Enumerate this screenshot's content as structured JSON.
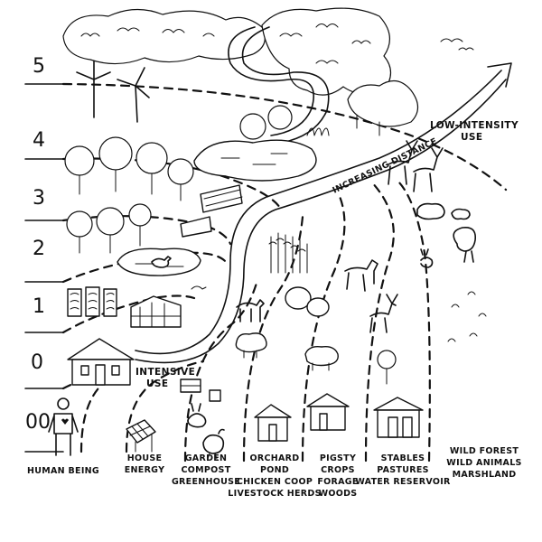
{
  "zones": [
    {
      "id": "5",
      "label": "5"
    },
    {
      "id": "4",
      "label": "4"
    },
    {
      "id": "3",
      "label": "3"
    },
    {
      "id": "2",
      "label": "2"
    },
    {
      "id": "1",
      "label": "1"
    },
    {
      "id": "0",
      "label": "0"
    },
    {
      "id": "00",
      "label": "00"
    }
  ],
  "annotations": {
    "intensive": [
      "INTENSIVE",
      "USE"
    ],
    "low_intensity": [
      "LOW-INTENSITY",
      "USE"
    ],
    "increasing_distance": "INCREASING DISTANCE"
  },
  "captions": [
    {
      "id": "human",
      "lines": [
        "HUMAN BEING"
      ]
    },
    {
      "id": "house",
      "lines": [
        "HOUSE",
        "ENERGY"
      ]
    },
    {
      "id": "garden",
      "lines": [
        "GARDEN",
        "COMPOST",
        "GREENHOUSE"
      ]
    },
    {
      "id": "orchard",
      "lines": [
        "ORCHARD",
        "POND",
        "CHICKEN COOP",
        "LIVESTOCK HERDS"
      ]
    },
    {
      "id": "pigsty",
      "lines": [
        "PIGSTY",
        "CROPS",
        "FORAGE",
        "WOODS"
      ]
    },
    {
      "id": "stables",
      "lines": [
        "STABLES",
        "PASTURES",
        "WATER RESERVOIR"
      ]
    },
    {
      "id": "wild",
      "lines": [
        "WILD FOREST",
        "WILD ANIMALS",
        "MARSHLAND"
      ]
    }
  ],
  "icons": {
    "human": "human-figure-icon",
    "house": "house-icon",
    "wind": "wind-turbine-icon",
    "deer": "deer-icon",
    "pig": "pig-icon",
    "horse": "horse-icon",
    "sheep": "sheep-icon",
    "goat": "goat-icon",
    "chicken": "chicken-icon",
    "rabbit": "rabbit-icon",
    "duck": "duck-icon",
    "bird": "bird-icon",
    "turkey": "turkey-icon"
  },
  "colors": {
    "ink": "#111111",
    "paper": "#ffffff"
  }
}
